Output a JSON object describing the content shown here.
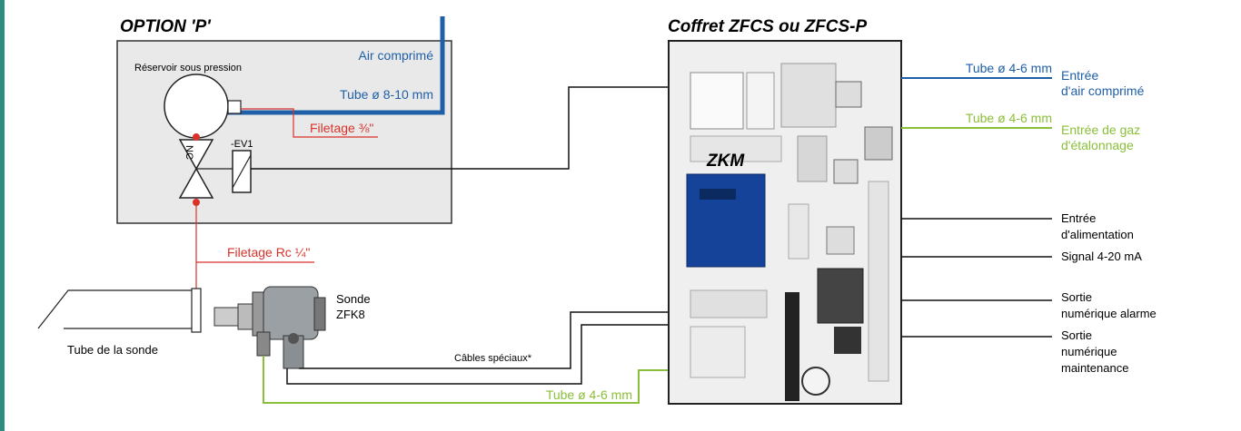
{
  "colors": {
    "blue": "#1f5fa8",
    "red": "#d9322a",
    "green": "#8bbf3a",
    "accent_bar": "#2e8b80",
    "panel": "#e9e9e9"
  },
  "option_title": "OPTION 'P'",
  "cabinet_title": "Coffret ZFCS ou ZFCS-P",
  "reservoir_label": "Réservoir sous pression",
  "air_comprime": "Air comprimé",
  "tube_8_10": "Tube ø 8-10 mm",
  "filetage_38": "Filetage ⅜\"",
  "ev1": "-EV1",
  "nc": "NC",
  "filetage_rc": "Filetage Rc ¼\"",
  "tube_sonde": "Tube de la sonde",
  "sonde_line1": "Sonde",
  "sonde_line2": "ZFK8",
  "cables": "Câbles spéciaux*",
  "tube_green_bottom": "Tube ø 4-6 mm",
  "zkm": "ZKM",
  "tube_blue_right": "Tube ø 4-6 mm",
  "entree_air_1": "Entrée",
  "entree_air_2": "d'air comprimé",
  "tube_green_right": "Tube ø 4-6 mm",
  "entree_gaz_1": "Entrée de gaz",
  "entree_gaz_2": "d'étalonnage",
  "alim_1": "Entrée",
  "alim_2": "d'alimentation",
  "signal": "Signal 4-20 mA",
  "alarme_1": "Sortie",
  "alarme_2": "numérique alarme",
  "maint_1": "Sortie",
  "maint_2": "numérique",
  "maint_3": "maintenance"
}
